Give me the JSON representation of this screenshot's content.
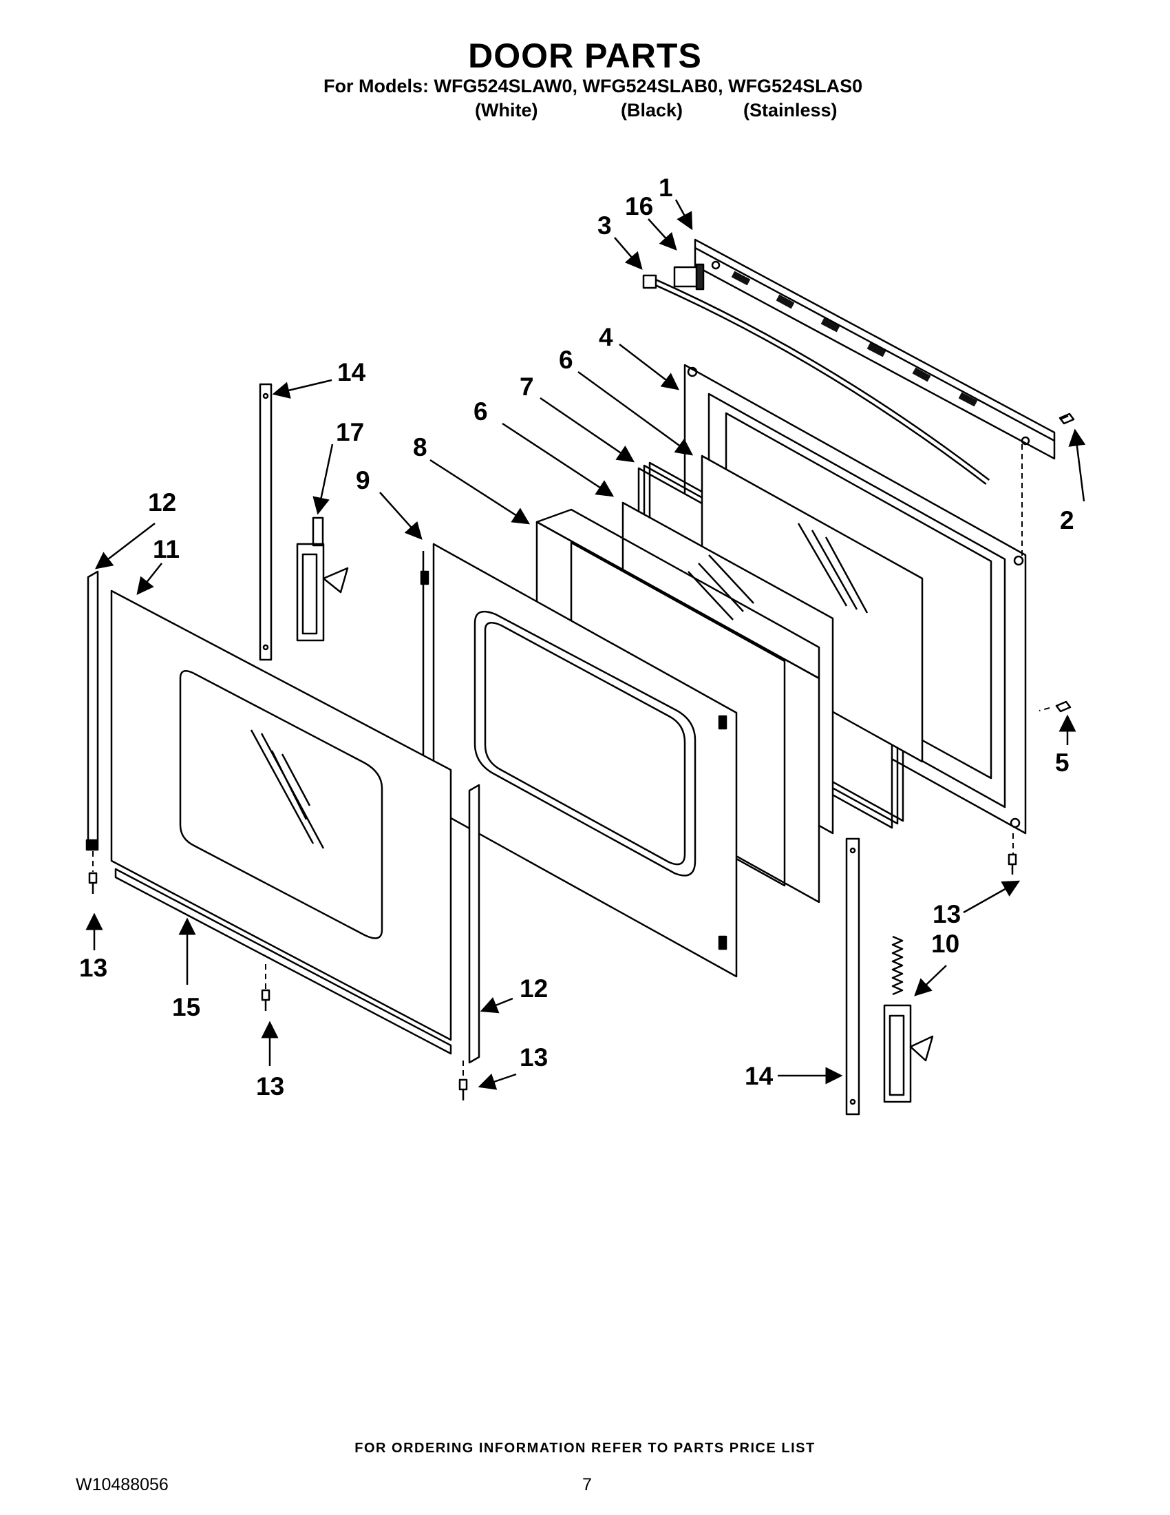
{
  "header": {
    "title": "DOOR PARTS",
    "models_line": "For Models: WFG524SLAW0, WFG524SLAB0, WFG524SLAS0",
    "colors": [
      "(White)",
      "(Black)",
      "(Stainless)"
    ]
  },
  "callouts": {
    "c1": "1",
    "c16": "16",
    "c3": "3",
    "c4": "4",
    "c6a": "6",
    "c7": "7",
    "c6b": "6",
    "c8": "8",
    "c9": "9",
    "c14a": "14",
    "c17": "17",
    "c12a": "12",
    "c11": "11",
    "c2": "2",
    "c5": "5",
    "c13a": "13",
    "c13b": "13",
    "c10": "10",
    "c15": "15",
    "c13c": "13",
    "c12b": "12",
    "c13d": "13",
    "c14b": "14"
  },
  "footer": {
    "ordering_note": "FOR ORDERING INFORMATION REFER TO PARTS PRICE LIST",
    "doc_number": "W10488056",
    "page_number": "7"
  }
}
